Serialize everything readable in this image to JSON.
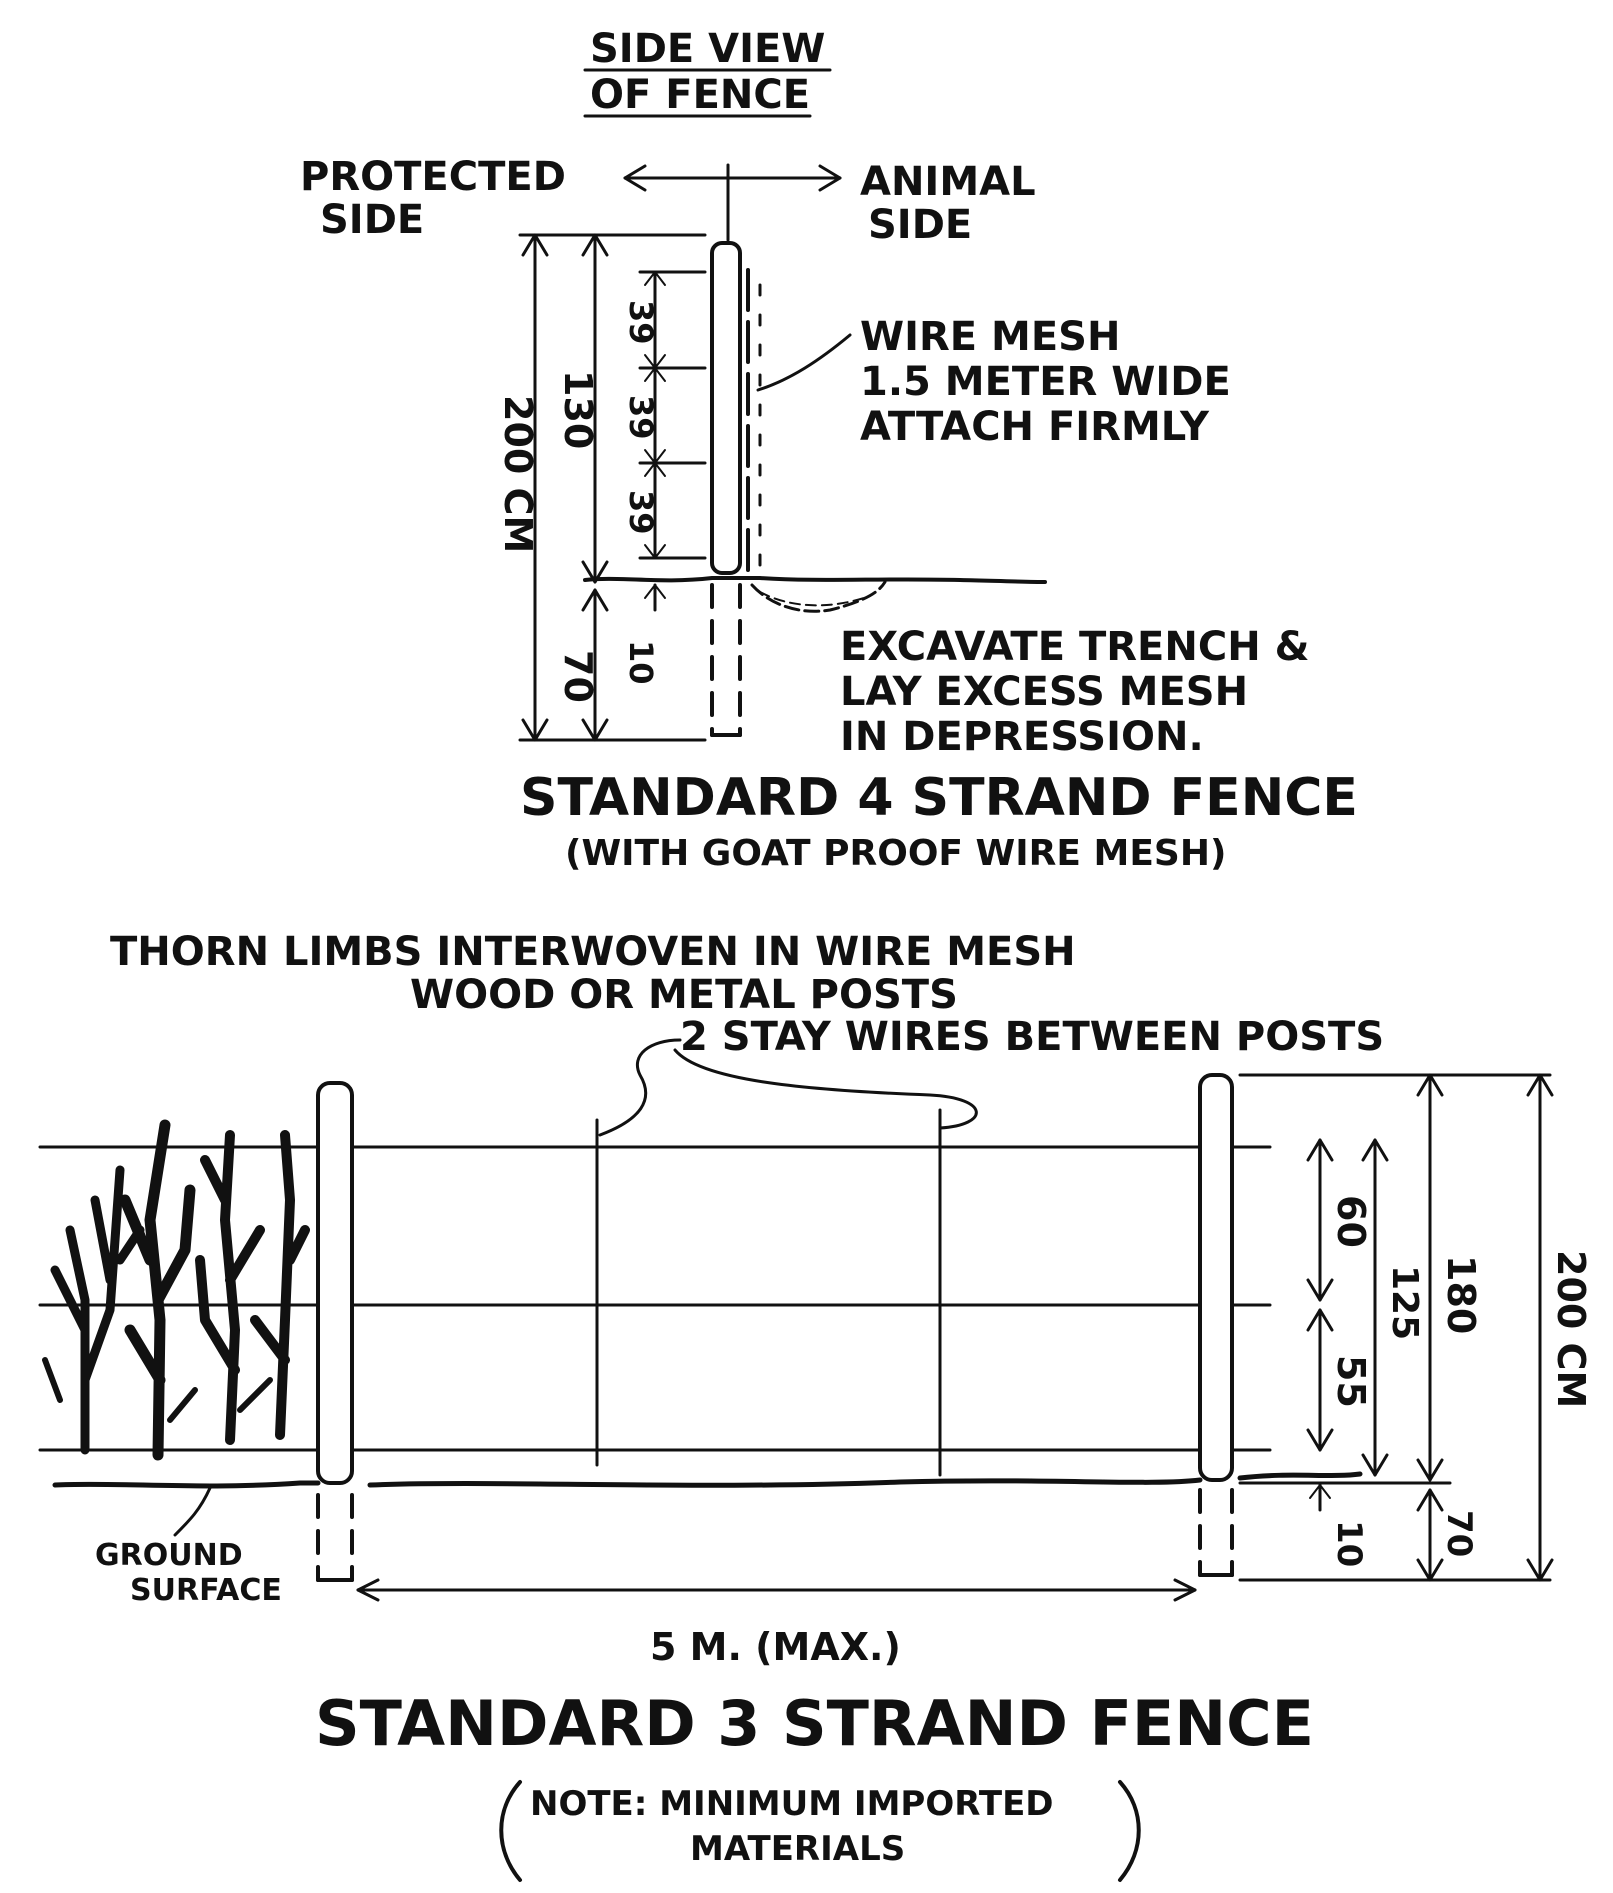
{
  "top_view": {
    "title_line1": "SIDE VIEW",
    "title_line2": "OF FENCE",
    "protected_line1": "PROTECTED",
    "protected_line2": "SIDE",
    "animal_line1": "ANIMAL",
    "animal_line2": "SIDE",
    "mesh_line1": "WIRE MESH",
    "mesh_line2": "1.5 METER WIDE",
    "mesh_line3": "ATTACH FIRMLY",
    "trench_line1": "EXCAVATE TRENCH &",
    "trench_line2": "LAY EXCESS MESH",
    "trench_line3": "IN DEPRESSION.",
    "dim_total": "200 CM",
    "dim_above": "130",
    "dim_below": "70",
    "dim_gap1": "39",
    "dim_gap2": "39",
    "dim_gap3": "39",
    "dim_ground": "10",
    "caption_title": "STANDARD 4 STRAND FENCE",
    "caption_sub": "(WITH GOAT PROOF WIRE MESH)"
  },
  "bottom_view": {
    "thorn_line1": "THORN LIMBS INTERWOVEN IN WIRE MESH",
    "thorn_line2": "WOOD OR METAL POSTS",
    "stay_label": "2 STAY WIRES BETWEEN POSTS",
    "ground_line1": "GROUND",
    "ground_line2": "SURFACE",
    "span_label": "5 M. (MAX.)",
    "dim_60": "60",
    "dim_55": "55",
    "dim_125": "125",
    "dim_180": "180",
    "dim_200": "200 CM",
    "dim_10": "10",
    "dim_70": "70",
    "caption_title": "STANDARD 3 STRAND FENCE",
    "note_line1": "NOTE: MINIMUM IMPORTED",
    "note_line2": "MATERIALS"
  }
}
